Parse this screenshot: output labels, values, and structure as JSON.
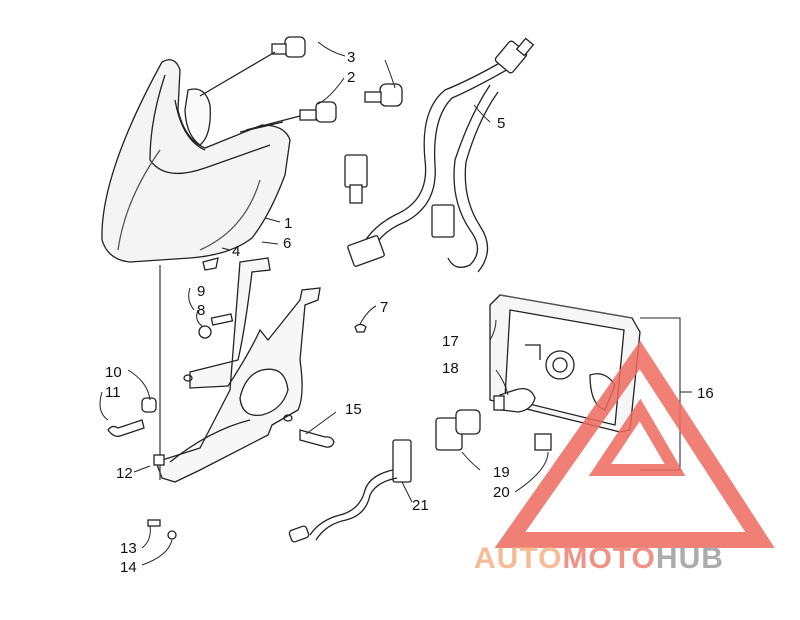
{
  "callouts": [
    {
      "id": "1",
      "label": "1"
    },
    {
      "id": "2",
      "label": "2"
    },
    {
      "id": "3",
      "label": "3"
    },
    {
      "id": "4",
      "label": "4"
    },
    {
      "id": "5",
      "label": "5"
    },
    {
      "id": "6",
      "label": "6"
    },
    {
      "id": "7",
      "label": "7"
    },
    {
      "id": "8",
      "label": "8"
    },
    {
      "id": "9",
      "label": "9"
    },
    {
      "id": "10",
      "label": "10"
    },
    {
      "id": "11",
      "label": "11"
    },
    {
      "id": "12",
      "label": "12"
    },
    {
      "id": "13",
      "label": "13"
    },
    {
      "id": "14",
      "label": "14"
    },
    {
      "id": "15",
      "label": "15"
    },
    {
      "id": "16",
      "label": "16"
    },
    {
      "id": "17",
      "label": "17"
    },
    {
      "id": "18",
      "label": "18"
    },
    {
      "id": "19",
      "label": "19"
    },
    {
      "id": "20",
      "label": "20"
    },
    {
      "id": "21",
      "label": "21"
    }
  ],
  "watermark": {
    "part1": "AUTO",
    "part2": "MOTO",
    "part3": "HUB",
    "colors": {
      "part1": "#f4b183",
      "part2": "#ee7f74",
      "part3": "#9e9e9e",
      "triangle": "#ee6a5e"
    }
  },
  "icons": [
    "headlight-housing",
    "bulb",
    "socket",
    "wire-harness",
    "bracket",
    "screw",
    "tail-light",
    "connector"
  ]
}
